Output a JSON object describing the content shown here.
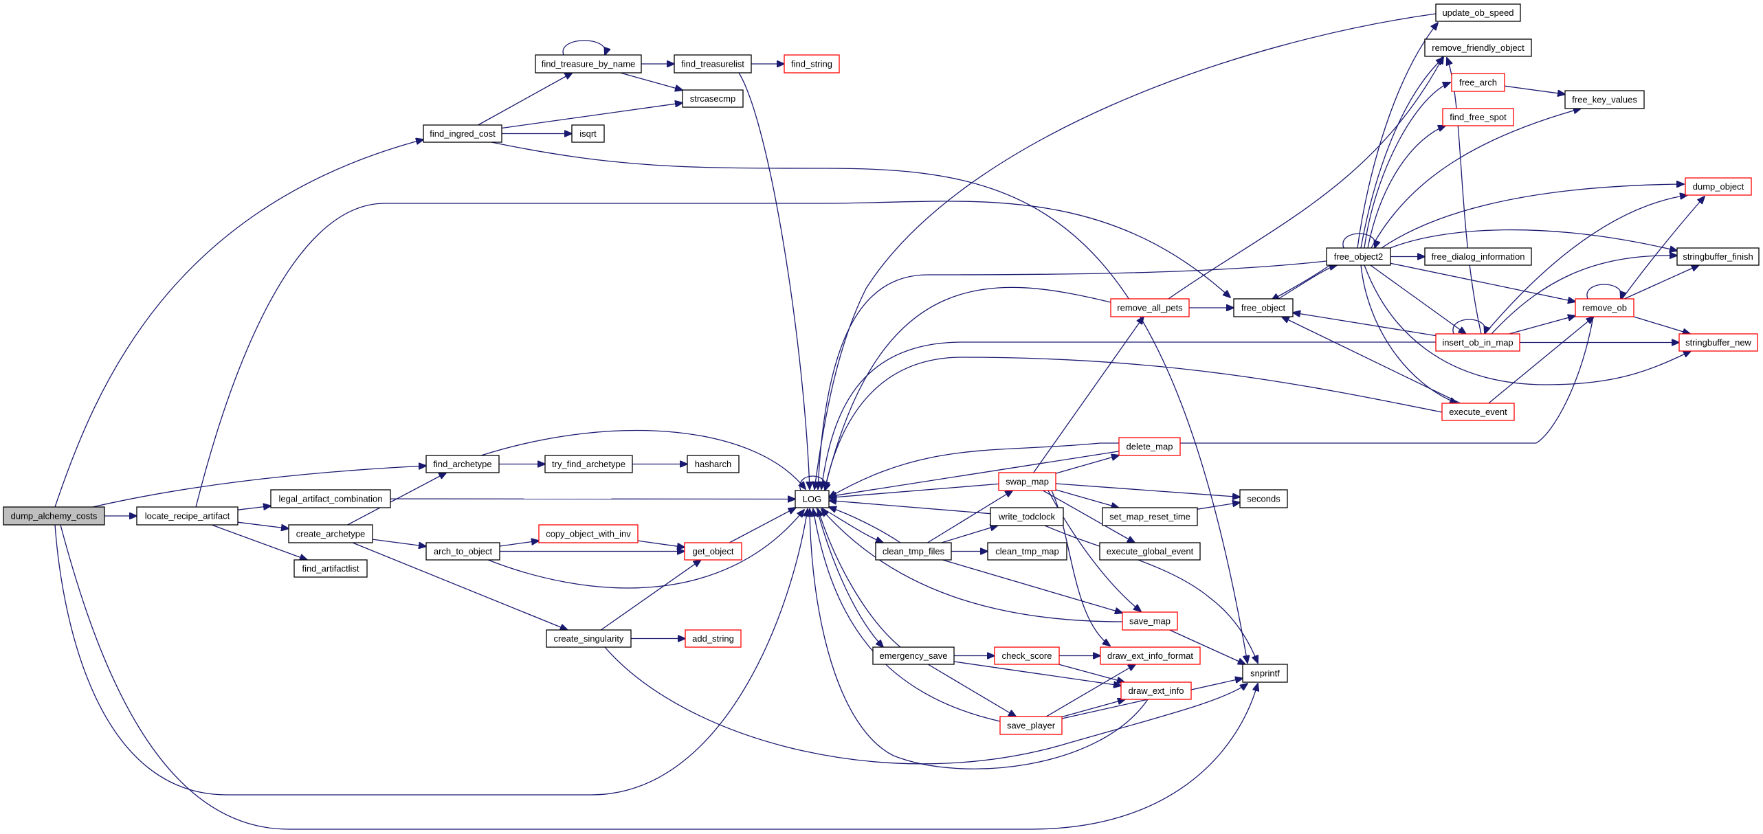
{
  "title": "Call graph for dump_alchemy_costs",
  "colors": {
    "edge": "#191970",
    "root_fill": "#bfbfbf",
    "node_border": "#000000",
    "truncated_node_border": "#ff0000",
    "background": "#ffffff"
  },
  "nodes": [
    {
      "id": "dump_alchemy_costs",
      "label": "dump_alchemy_costs",
      "kind": "root"
    },
    {
      "id": "locate_recipe_artifact",
      "label": "locate_recipe_artifact",
      "kind": "normal"
    },
    {
      "id": "find_ingred_cost",
      "label": "find_ingred_cost",
      "kind": "normal"
    },
    {
      "id": "find_treasure_by_name",
      "label": "find_treasure_by_name",
      "kind": "normal"
    },
    {
      "id": "find_treasurelist",
      "label": "find_treasurelist",
      "kind": "normal"
    },
    {
      "id": "find_string",
      "label": "find_string",
      "kind": "truncated"
    },
    {
      "id": "strcasecmp",
      "label": "strcasecmp",
      "kind": "normal"
    },
    {
      "id": "isqrt",
      "label": "isqrt",
      "kind": "normal"
    },
    {
      "id": "find_archetype",
      "label": "find_archetype",
      "kind": "normal"
    },
    {
      "id": "try_find_archetype",
      "label": "try_find_archetype",
      "kind": "normal"
    },
    {
      "id": "hasharch",
      "label": "hasharch",
      "kind": "normal"
    },
    {
      "id": "legal_artifact_combination",
      "label": "legal_artifact_combination",
      "kind": "normal"
    },
    {
      "id": "create_archetype",
      "label": "create_archetype",
      "kind": "normal"
    },
    {
      "id": "find_artifactlist",
      "label": "find_artifactlist",
      "kind": "normal"
    },
    {
      "id": "arch_to_object",
      "label": "arch_to_object",
      "kind": "normal"
    },
    {
      "id": "copy_object_with_inv",
      "label": "copy_object_with_inv",
      "kind": "truncated"
    },
    {
      "id": "get_object",
      "label": "get_object",
      "kind": "truncated"
    },
    {
      "id": "create_singularity",
      "label": "create_singularity",
      "kind": "normal"
    },
    {
      "id": "add_string",
      "label": "add_string",
      "kind": "truncated"
    },
    {
      "id": "LOG",
      "label": "LOG",
      "kind": "normal"
    },
    {
      "id": "update_ob_speed",
      "label": "update_ob_speed",
      "kind": "normal"
    },
    {
      "id": "remove_friendly_object",
      "label": "remove_friendly_object",
      "kind": "normal"
    },
    {
      "id": "free_arch",
      "label": "free_arch",
      "kind": "truncated"
    },
    {
      "id": "find_free_spot",
      "label": "find_free_spot",
      "kind": "truncated"
    },
    {
      "id": "free_key_values",
      "label": "free_key_values",
      "kind": "normal"
    },
    {
      "id": "dump_object",
      "label": "dump_object",
      "kind": "truncated"
    },
    {
      "id": "free_object2",
      "label": "free_object2",
      "kind": "normal"
    },
    {
      "id": "free_dialog_information",
      "label": "free_dialog_information",
      "kind": "normal"
    },
    {
      "id": "stringbuffer_finish",
      "label": "stringbuffer_finish",
      "kind": "normal"
    },
    {
      "id": "remove_all_pets",
      "label": "remove_all_pets",
      "kind": "truncated"
    },
    {
      "id": "free_object",
      "label": "free_object",
      "kind": "normal"
    },
    {
      "id": "remove_ob",
      "label": "remove_ob",
      "kind": "truncated"
    },
    {
      "id": "insert_ob_in_map",
      "label": "insert_ob_in_map",
      "kind": "truncated"
    },
    {
      "id": "stringbuffer_new",
      "label": "stringbuffer_new",
      "kind": "truncated"
    },
    {
      "id": "execute_event",
      "label": "execute_event",
      "kind": "truncated"
    },
    {
      "id": "delete_map",
      "label": "delete_map",
      "kind": "truncated"
    },
    {
      "id": "swap_map",
      "label": "swap_map",
      "kind": "truncated"
    },
    {
      "id": "seconds",
      "label": "seconds",
      "kind": "normal"
    },
    {
      "id": "write_todclock",
      "label": "write_todclock",
      "kind": "normal"
    },
    {
      "id": "set_map_reset_time",
      "label": "set_map_reset_time",
      "kind": "normal"
    },
    {
      "id": "clean_tmp_files",
      "label": "clean_tmp_files",
      "kind": "normal"
    },
    {
      "id": "clean_tmp_map",
      "label": "clean_tmp_map",
      "kind": "normal"
    },
    {
      "id": "execute_global_event",
      "label": "execute_global_event",
      "kind": "normal"
    },
    {
      "id": "save_map",
      "label": "save_map",
      "kind": "truncated"
    },
    {
      "id": "emergency_save",
      "label": "emergency_save",
      "kind": "normal"
    },
    {
      "id": "check_score",
      "label": "check_score",
      "kind": "truncated"
    },
    {
      "id": "draw_ext_info_format",
      "label": "draw_ext_info_format",
      "kind": "truncated"
    },
    {
      "id": "snprintf",
      "label": "snprintf",
      "kind": "normal"
    },
    {
      "id": "draw_ext_info",
      "label": "draw_ext_info",
      "kind": "truncated"
    },
    {
      "id": "save_player",
      "label": "save_player",
      "kind": "truncated"
    }
  ],
  "edges": [
    [
      "dump_alchemy_costs",
      "find_ingred_cost"
    ],
    [
      "dump_alchemy_costs",
      "locate_recipe_artifact"
    ],
    [
      "dump_alchemy_costs",
      "find_archetype"
    ],
    [
      "dump_alchemy_costs",
      "LOG"
    ],
    [
      "dump_alchemy_costs",
      "snprintf"
    ],
    [
      "find_ingred_cost",
      "find_treasure_by_name"
    ],
    [
      "find_ingred_cost",
      "strcasecmp"
    ],
    [
      "find_ingred_cost",
      "isqrt"
    ],
    [
      "find_ingred_cost",
      "snprintf"
    ],
    [
      "find_treasure_by_name",
      "find_treasure_by_name"
    ],
    [
      "find_treasure_by_name",
      "find_treasurelist"
    ],
    [
      "find_treasure_by_name",
      "strcasecmp"
    ],
    [
      "find_treasurelist",
      "find_string"
    ],
    [
      "find_treasurelist",
      "LOG"
    ],
    [
      "locate_recipe_artifact",
      "legal_artifact_combination"
    ],
    [
      "locate_recipe_artifact",
      "create_archetype"
    ],
    [
      "locate_recipe_artifact",
      "find_artifactlist"
    ],
    [
      "locate_recipe_artifact",
      "free_object"
    ],
    [
      "legal_artifact_combination",
      "LOG"
    ],
    [
      "create_archetype",
      "find_archetype"
    ],
    [
      "create_archetype",
      "arch_to_object"
    ],
    [
      "create_archetype",
      "create_singularity"
    ],
    [
      "find_archetype",
      "try_find_archetype"
    ],
    [
      "find_archetype",
      "LOG"
    ],
    [
      "try_find_archetype",
      "hasharch"
    ],
    [
      "arch_to_object",
      "copy_object_with_inv"
    ],
    [
      "arch_to_object",
      "get_object"
    ],
    [
      "arch_to_object",
      "LOG"
    ],
    [
      "copy_object_with_inv",
      "get_object"
    ],
    [
      "get_object",
      "LOG"
    ],
    [
      "create_singularity",
      "get_object"
    ],
    [
      "create_singularity",
      "add_string"
    ],
    [
      "create_singularity",
      "snprintf"
    ],
    [
      "LOG",
      "LOG"
    ],
    [
      "LOG",
      "clean_tmp_files"
    ],
    [
      "LOG",
      "emergency_save"
    ],
    [
      "clean_tmp_files",
      "LOG"
    ],
    [
      "clean_tmp_files",
      "swap_map"
    ],
    [
      "clean_tmp_files",
      "write_todclock"
    ],
    [
      "clean_tmp_files",
      "clean_tmp_map"
    ],
    [
      "clean_tmp_files",
      "save_map"
    ],
    [
      "swap_map",
      "LOG"
    ],
    [
      "swap_map",
      "remove_all_pets"
    ],
    [
      "swap_map",
      "delete_map"
    ],
    [
      "swap_map",
      "seconds"
    ],
    [
      "swap_map",
      "set_map_reset_time"
    ],
    [
      "swap_map",
      "execute_global_event"
    ],
    [
      "swap_map",
      "save_map"
    ],
    [
      "swap_map",
      "draw_ext_info_format"
    ],
    [
      "delete_map",
      "LOG"
    ],
    [
      "write_todclock",
      "LOG"
    ],
    [
      "write_todclock",
      "snprintf"
    ],
    [
      "set_map_reset_time",
      "seconds"
    ],
    [
      "save_map",
      "LOG"
    ],
    [
      "save_map",
      "snprintf"
    ],
    [
      "emergency_save",
      "LOG"
    ],
    [
      "emergency_save",
      "check_score"
    ],
    [
      "emergency_save",
      "draw_ext_info"
    ],
    [
      "emergency_save",
      "save_player"
    ],
    [
      "check_score",
      "draw_ext_info_format"
    ],
    [
      "check_score",
      "draw_ext_info"
    ],
    [
      "save_player",
      "LOG"
    ],
    [
      "save_player",
      "draw_ext_info_format"
    ],
    [
      "save_player",
      "draw_ext_info"
    ],
    [
      "save_player",
      "snprintf"
    ],
    [
      "draw_ext_info",
      "LOG"
    ],
    [
      "remove_all_pets",
      "LOG"
    ],
    [
      "remove_all_pets",
      "free_object"
    ],
    [
      "remove_all_pets",
      "remove_friendly_object"
    ],
    [
      "free_object",
      "free_object2"
    ],
    [
      "free_object2",
      "LOG"
    ],
    [
      "free_object2",
      "free_object"
    ],
    [
      "free_object2",
      "free_object2"
    ],
    [
      "free_object2",
      "update_ob_speed"
    ],
    [
      "free_object2",
      "remove_friendly_object"
    ],
    [
      "free_object2",
      "free_arch"
    ],
    [
      "free_object2",
      "find_free_spot"
    ],
    [
      "free_object2",
      "free_key_values"
    ],
    [
      "free_object2",
      "dump_object"
    ],
    [
      "free_object2",
      "free_dialog_information"
    ],
    [
      "free_object2",
      "stringbuffer_finish"
    ],
    [
      "free_object2",
      "remove_ob"
    ],
    [
      "free_object2",
      "insert_ob_in_map"
    ],
    [
      "free_object2",
      "execute_event"
    ],
    [
      "free_object2",
      "stringbuffer_new"
    ],
    [
      "free_arch",
      "free_key_values"
    ],
    [
      "update_ob_speed",
      "LOG"
    ],
    [
      "insert_ob_in_map",
      "LOG"
    ],
    [
      "insert_ob_in_map",
      "free_object"
    ],
    [
      "insert_ob_in_map",
      "insert_ob_in_map"
    ],
    [
      "insert_ob_in_map",
      "remove_ob"
    ],
    [
      "insert_ob_in_map",
      "stringbuffer_new"
    ],
    [
      "insert_ob_in_map",
      "dump_object"
    ],
    [
      "insert_ob_in_map",
      "stringbuffer_finish"
    ],
    [
      "insert_ob_in_map",
      "remove_friendly_object"
    ],
    [
      "remove_ob",
      "remove_ob"
    ],
    [
      "remove_ob",
      "LOG"
    ],
    [
      "remove_ob",
      "dump_object"
    ],
    [
      "remove_ob",
      "stringbuffer_finish"
    ],
    [
      "remove_ob",
      "stringbuffer_new"
    ],
    [
      "execute_event",
      "LOG"
    ],
    [
      "execute_event",
      "free_object"
    ],
    [
      "execute_event",
      "remove_ob"
    ]
  ]
}
